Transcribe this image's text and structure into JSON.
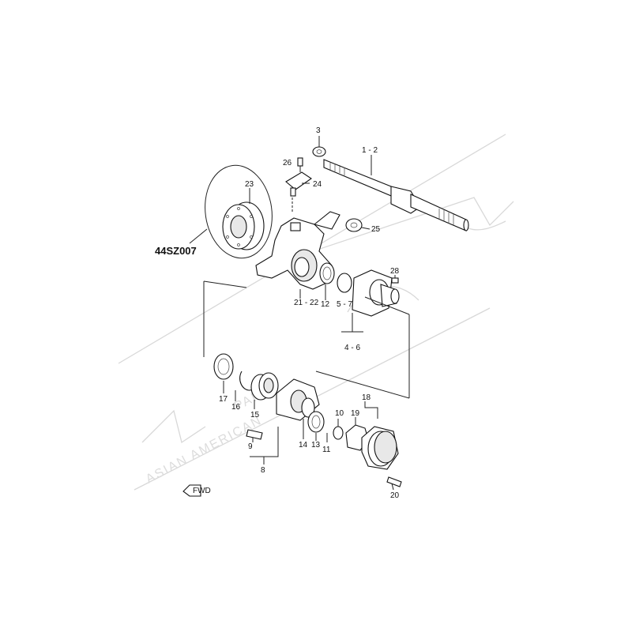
{
  "diagram": {
    "callout_code": "44SZ007",
    "fwd_label": "FWD",
    "parts": [
      {
        "id": "p3",
        "label": "3"
      },
      {
        "id": "p1-2",
        "label": "1 - 2"
      },
      {
        "id": "p26",
        "label": "26"
      },
      {
        "id": "p24",
        "label": "24"
      },
      {
        "id": "p23",
        "label": "23"
      },
      {
        "id": "p25",
        "label": "25"
      },
      {
        "id": "p28",
        "label": "28"
      },
      {
        "id": "p21-22",
        "label": "21 - 22"
      },
      {
        "id": "p12",
        "label": "12"
      },
      {
        "id": "p5-7",
        "label": "5 - 7"
      },
      {
        "id": "p4-6",
        "label": "4 - 6"
      },
      {
        "id": "p17",
        "label": "17"
      },
      {
        "id": "p16",
        "label": "16"
      },
      {
        "id": "p15",
        "label": "15"
      },
      {
        "id": "p18",
        "label": "18"
      },
      {
        "id": "p10",
        "label": "10"
      },
      {
        "id": "p19",
        "label": "19"
      },
      {
        "id": "p14",
        "label": "14"
      },
      {
        "id": "p13",
        "label": "13"
      },
      {
        "id": "p11",
        "label": "11"
      },
      {
        "id": "p9",
        "label": "9"
      },
      {
        "id": "p8",
        "label": "8"
      },
      {
        "id": "p20",
        "label": "20"
      }
    ]
  }
}
